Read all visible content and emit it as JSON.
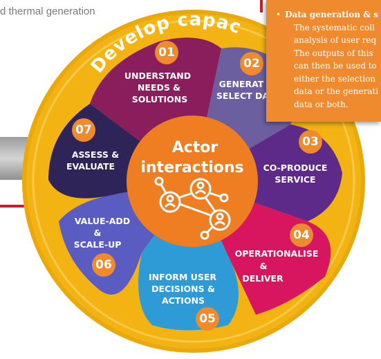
{
  "page": {
    "behind_text": "d thermal generation"
  },
  "diagram": {
    "ring_title": "Develop capac",
    "center": {
      "line1": "Actor",
      "line2": "interactions"
    },
    "steps": [
      {
        "number": "01",
        "lines": [
          "UNDERSTAND",
          "NEEDS &",
          "SOLUTIONS"
        ],
        "color": "#8a1e5c"
      },
      {
        "number": "02",
        "lines": [
          "GENERAT",
          "SELECT DA"
        ],
        "color": "#6b5fa0"
      },
      {
        "number": "03",
        "lines": [
          "CO-PRODUCE",
          "SERVICE"
        ],
        "color": "#5d2a8a"
      },
      {
        "number": "04",
        "lines": [
          "OPERATIONALISE",
          "&",
          "DELIVER"
        ],
        "color": "#d8155f"
      },
      {
        "number": "05",
        "lines": [
          "INFORM USER",
          "DECISIONS &",
          "ACTIONS"
        ],
        "color": "#2e9ad6"
      },
      {
        "number": "06",
        "lines": [
          "VALUE-ADD",
          "&",
          "SCALE-UP"
        ],
        "color": "#5a5cc2"
      },
      {
        "number": "07",
        "lines": [
          "ASSESS &",
          "EVALUATE"
        ],
        "color": "#2f2458"
      }
    ],
    "colors": {
      "ring": "#f2b313",
      "ring_dark": "#e09e0c",
      "center": "#ef7d22",
      "badge": "#ef8a2e"
    }
  },
  "tooltip": {
    "heading": "Data generation & s",
    "lines": [
      "The systematic coll",
      "analysis of user req",
      "The outputs of this",
      "can then be used to",
      "either the selection",
      "data or the generati",
      "data or both."
    ]
  }
}
